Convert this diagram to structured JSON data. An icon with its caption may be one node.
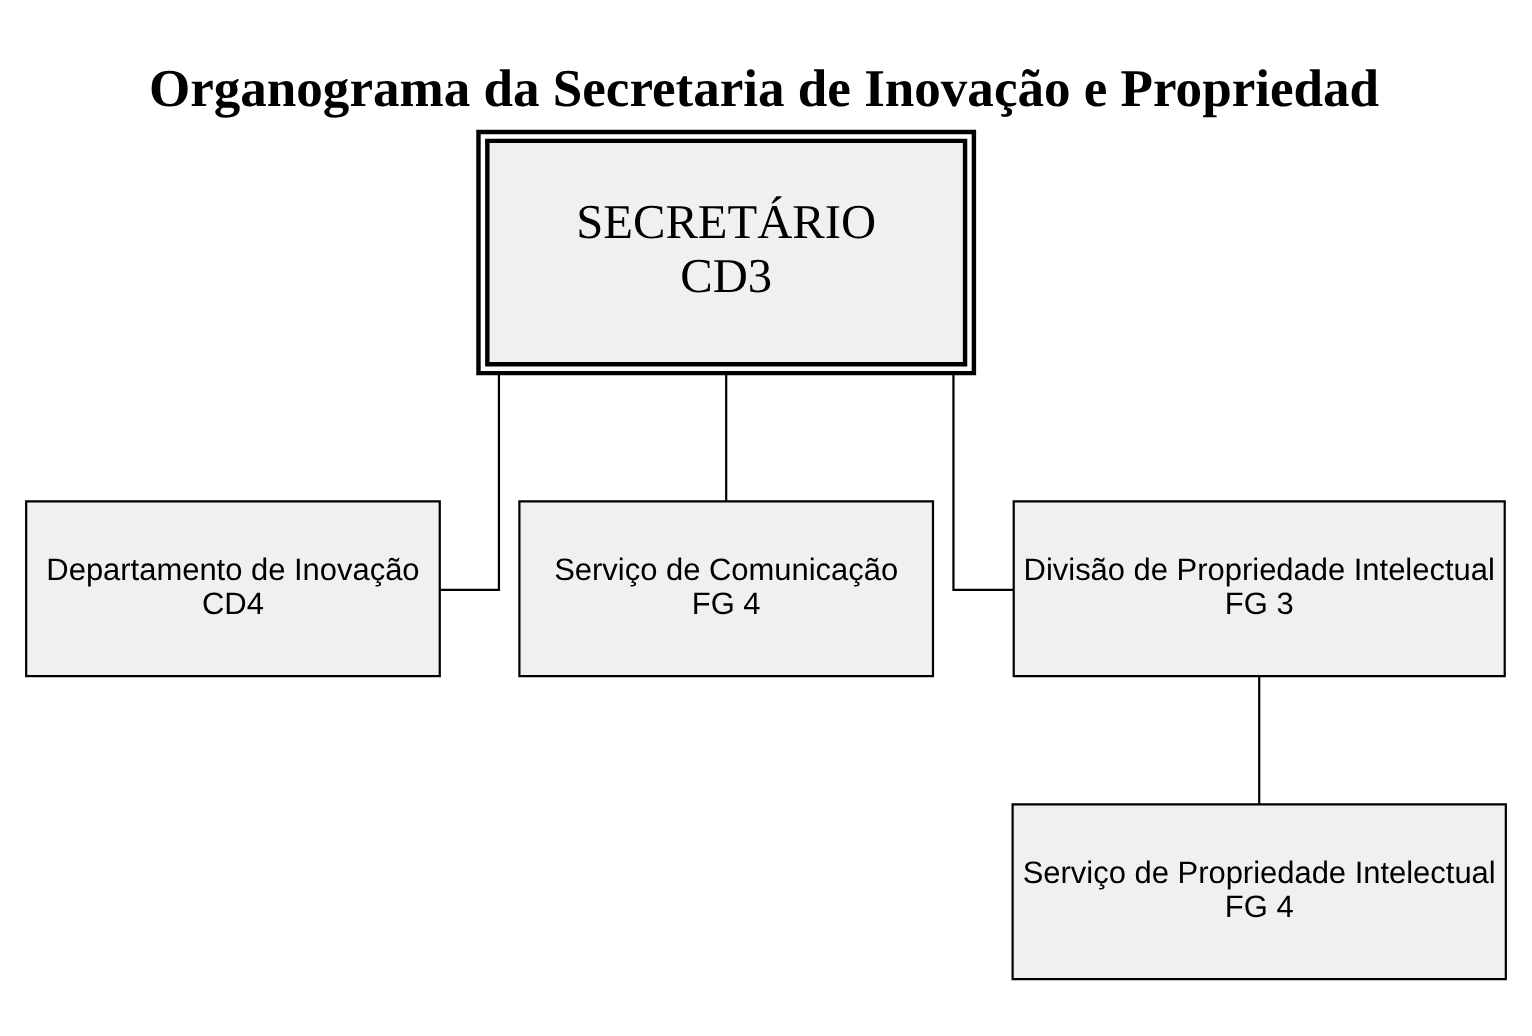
{
  "diagram": {
    "title": "Organograma da Secretaria de Inovação e Propriedad",
    "nodes": [
      {
        "text": [
          "SECRETÁRIO",
          "CD3"
        ]
      },
      {
        "text": [
          "Departamento de Inovação",
          "CD4"
        ]
      },
      {
        "text": [
          "Serviço de Comunicação",
          "FG 4"
        ]
      },
      {
        "text": [
          "Divisão de Propriedade Intelectual",
          "FG 3"
        ]
      },
      {
        "text": [
          "Serviço de Propriedade Intelectual",
          "FG 4"
        ]
      }
    ],
    "edges": [
      {
        "from": 0,
        "to": 1,
        "arrow": "none"
      },
      {
        "from": 0,
        "to": 2,
        "arrow": "none"
      },
      {
        "from": 0,
        "to": 3,
        "arrow": "none"
      },
      {
        "from": 3,
        "to": 4,
        "arrow": "none"
      }
    ]
  }
}
